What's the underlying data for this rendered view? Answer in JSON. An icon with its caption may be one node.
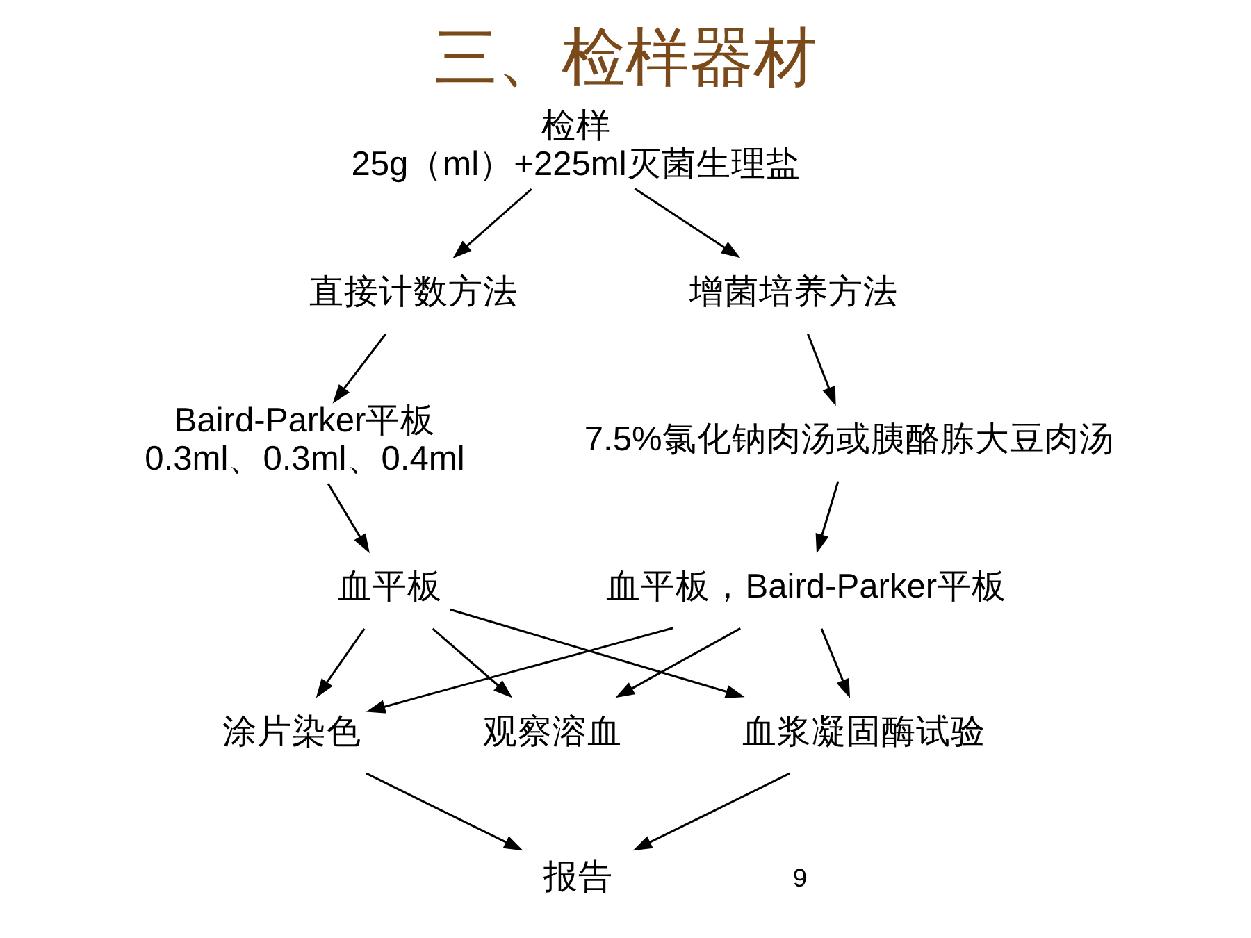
{
  "diagram": {
    "title": "三、检样器材",
    "nodes": [
      {
        "text": [
          "检样",
          "25g（ml）+225ml灭菌生理盐"
        ]
      },
      {
        "text": [
          "直接计数方法"
        ]
      },
      {
        "text": [
          "增菌培养方法"
        ]
      },
      {
        "text": [
          "Baird-Parker平板",
          "0.3ml、0.3ml、0.4ml"
        ]
      },
      {
        "text": [
          "7.5%氯化钠肉汤或胰酪胨大豆肉汤"
        ]
      },
      {
        "text": [
          "血平板"
        ]
      },
      {
        "text": [
          "血平板，Baird-Parker平板"
        ]
      },
      {
        "text": [
          "涂片染色"
        ]
      },
      {
        "text": [
          "观察溶血"
        ]
      },
      {
        "text": [
          "血浆凝固酶试验"
        ]
      },
      {
        "text": [
          "报告"
        ]
      }
    ],
    "edges": [
      {
        "from": 0,
        "to": 1,
        "arrow": "to"
      },
      {
        "from": 0,
        "to": 2,
        "arrow": "to"
      },
      {
        "from": 1,
        "to": 3,
        "arrow": "to"
      },
      {
        "from": 2,
        "to": 4,
        "arrow": "to"
      },
      {
        "from": 3,
        "to": 5,
        "arrow": "to"
      },
      {
        "from": 4,
        "to": 6,
        "arrow": "to"
      },
      {
        "from": 5,
        "to": 7,
        "arrow": "to"
      },
      {
        "from": 5,
        "to": 8,
        "arrow": "to"
      },
      {
        "from": 5,
        "to": 9,
        "arrow": "to"
      },
      {
        "from": 6,
        "to": 7,
        "arrow": "to"
      },
      {
        "from": 6,
        "to": 8,
        "arrow": "to"
      },
      {
        "from": 6,
        "to": 9,
        "arrow": "to"
      },
      {
        "from": 7,
        "to": 10,
        "arrow": "to"
      },
      {
        "from": 9,
        "to": 10,
        "arrow": "to"
      }
    ],
    "labels": [
      "9"
    ]
  }
}
